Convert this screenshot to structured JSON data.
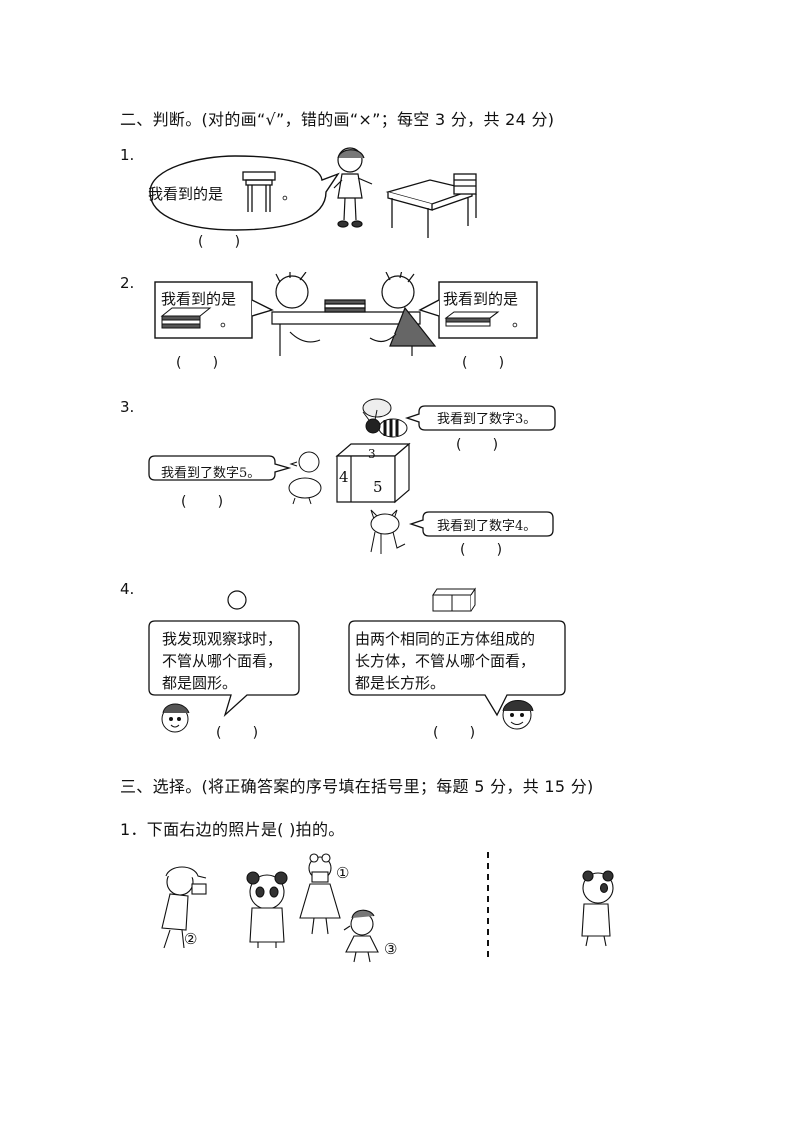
{
  "section2": {
    "title": "二、判断。(对的画“√”，错的画“×”；每空 3 分，共 24 分)",
    "q1": {
      "number": "1.",
      "bubble_text": "我看到的是",
      "bubble_end": "。",
      "answer": "(       )"
    },
    "q2": {
      "number": "2.",
      "left_text": "我看到的是",
      "left_end": "。",
      "right_text": "我看到的是",
      "right_end": "。",
      "left_answer": "(       )",
      "right_answer": "(       )"
    },
    "q3": {
      "number": "3.",
      "bee_text": "我看到了数字3。",
      "duck_text": "我看到了数字5。",
      "cat_text": "我看到了数字4。",
      "cube_top": "3",
      "cube_left": "4",
      "cube_front": "5",
      "bee_answer": "(       )",
      "duck_answer": "(       )",
      "cat_answer": "(       )"
    },
    "q4": {
      "number": "4.",
      "left_lines": [
        "我发现观察球时，",
        "不管从哪个面看，",
        "都是圆形。"
      ],
      "right_lines": [
        "由两个相同的正方体组成的",
        "长方体，不管从哪个面看，",
        "都是长方形。"
      ],
      "left_answer": "(       )",
      "right_answer": "(       )"
    }
  },
  "section3": {
    "title": "三、选择。(将正确答案的序号填在括号里；每题 5 分，共 15 分)",
    "q1": {
      "text": "1．下面右边的照片是(       )拍的。",
      "labels": [
        "①",
        "②",
        "③"
      ]
    }
  }
}
